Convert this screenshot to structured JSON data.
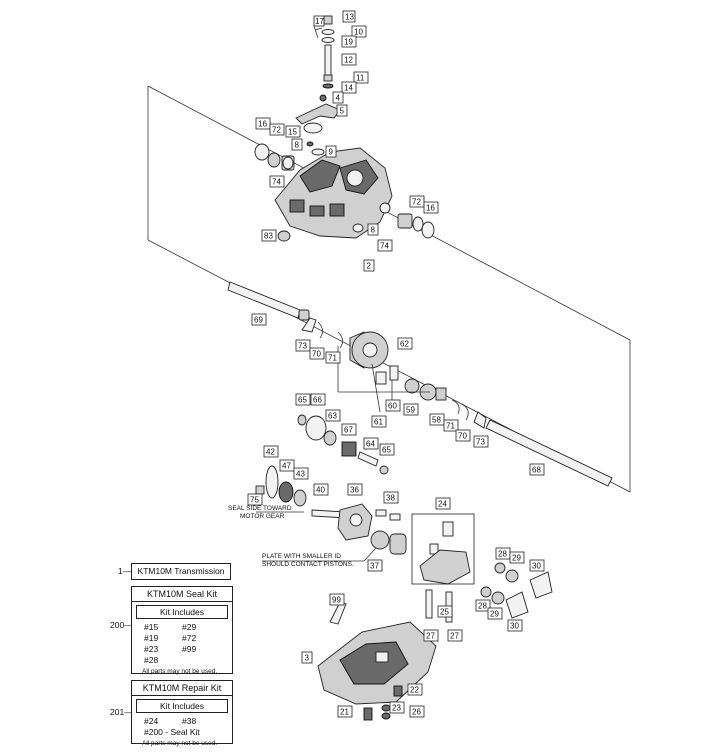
{
  "callouts": {
    "c17": "17",
    "c13": "13",
    "c10": "10",
    "c19": "19",
    "c12": "12",
    "c11": "11",
    "c14": "14",
    "c4": "4",
    "c5": "5",
    "c15": "15",
    "c8a": "8",
    "c9": "9",
    "c16a": "16",
    "c72a": "72",
    "c74a": "74",
    "c83": "83",
    "c8b": "8",
    "c74b": "74",
    "c2": "2",
    "c72b": "72",
    "c16b": "16",
    "c69": "69",
    "c73a": "73",
    "c70a": "70",
    "c71a": "71",
    "c62": "62",
    "c61": "61",
    "c60": "60",
    "c59": "59",
    "c58": "58",
    "c71b": "71",
    "c70b": "70",
    "c73b": "73",
    "c68": "68",
    "c65a": "65",
    "c66": "66",
    "c63": "63",
    "c67": "67",
    "c64": "64",
    "c65b": "65",
    "c42": "42",
    "c47": "47",
    "c43": "43",
    "c75": "75",
    "c40": "40",
    "c36": "36",
    "c38": "38",
    "c37": "37",
    "c24": "24",
    "c28a": "28",
    "c29a": "29",
    "c30a": "30",
    "c28b": "28",
    "c29b": "29",
    "c30b": "30",
    "c25": "25",
    "c27a": "27",
    "c27b": "27",
    "c99": "99",
    "c3": "3",
    "c22": "22",
    "c21": "21",
    "c23": "23",
    "c26": "26"
  },
  "notes": {
    "seal_line1": "SEAL SIDE TOWARD",
    "seal_line2": "MOTOR GEAR",
    "plate_line1": "PLATE WITH SMALLER ID",
    "plate_line2": "SHOULD CONTACT PISTONS."
  },
  "legend": {
    "transmission": {
      "ref": "1",
      "title": "KTM10M Transmission"
    },
    "seal_kit": {
      "ref": "200",
      "title": "KTM10M Seal Kit",
      "subtitle": "Kit Includes",
      "items": [
        "#15",
        "#29",
        "#19",
        "#72",
        "#23",
        "#99",
        "#28"
      ],
      "footer": "All parts may not be used."
    },
    "repair_kit": {
      "ref": "201",
      "title": "KTM10M Repair Kit",
      "subtitle": "Kit Includes",
      "items": [
        "#24",
        "#38",
        "#200 - Seal Kit"
      ],
      "footer": "All parts may not be used."
    }
  }
}
